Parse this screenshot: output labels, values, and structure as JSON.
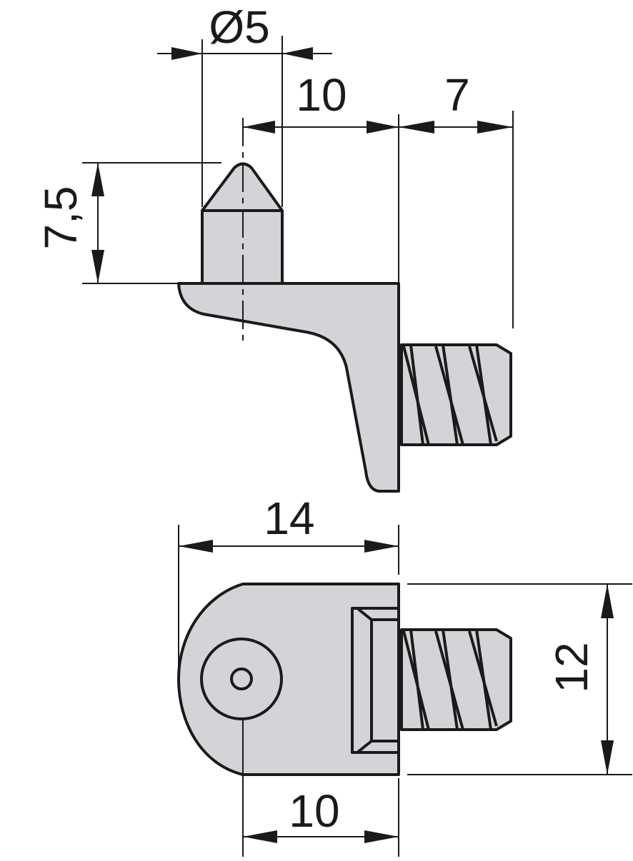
{
  "drawing": {
    "title": "Shelf support pin with screw thread",
    "colors": {
      "part_fill": "#d3d4d8",
      "line": "#1a1a1a"
    },
    "side_view": {
      "dim_pin_diameter": "Ø5",
      "dim_pin_offset": "10",
      "dim_screw_length": "7",
      "dim_pin_height": "7,5"
    },
    "top_view": {
      "dim_total_length": "14",
      "dim_width": "12",
      "dim_hole_offset": "10"
    }
  }
}
